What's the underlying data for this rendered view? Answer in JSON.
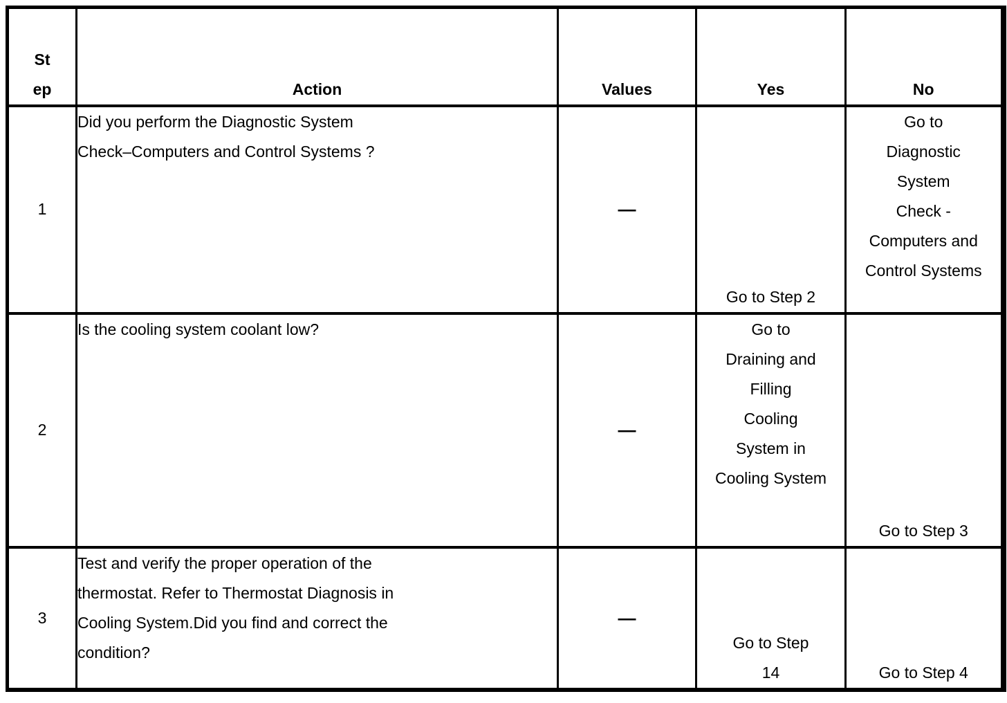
{
  "colors": {
    "background": "#ffffff",
    "text": "#000000",
    "border": "#000000"
  },
  "table": {
    "columns": [
      {
        "id": "step",
        "label_lines": [
          "St",
          "ep"
        ]
      },
      {
        "id": "action",
        "label_lines": [
          "Action"
        ]
      },
      {
        "id": "values",
        "label_lines": [
          "Values"
        ]
      },
      {
        "id": "yes",
        "label_lines": [
          "Yes"
        ]
      },
      {
        "id": "no",
        "label_lines": [
          "No"
        ]
      }
    ],
    "rows": [
      {
        "step": "1",
        "action_lines": [
          "Did you perform the Diagnostic System",
          "Check–Computers and Control Systems ?"
        ],
        "values": "—",
        "yes_lines": [
          "Go to Step 2"
        ],
        "no_lines": [
          "Go to",
          "Diagnostic",
          "System",
          "Check -",
          "Computers and",
          "Control Systems"
        ]
      },
      {
        "step": "2",
        "action_lines": [
          "Is the cooling system coolant low?"
        ],
        "values": "—",
        "yes_lines": [
          "Go to",
          "Draining and",
          "Filling",
          "Cooling",
          "System in",
          "Cooling System"
        ],
        "no_lines": [
          "Go to Step 3"
        ]
      },
      {
        "step": "3",
        "action_lines": [
          "Test and verify the proper operation of the",
          "thermostat. Refer to Thermostat Diagnosis in",
          "Cooling System.Did you find and correct the",
          "condition?"
        ],
        "values": "—",
        "yes_lines": [
          "Go to Step",
          "14"
        ],
        "no_lines": [
          "Go to Step 4"
        ]
      }
    ]
  }
}
